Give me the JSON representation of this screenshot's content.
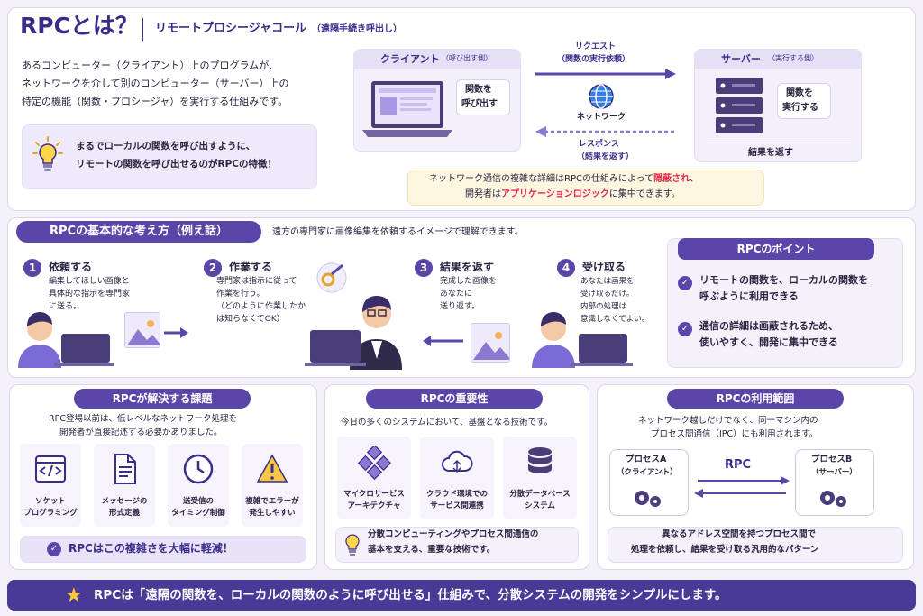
{
  "header": {
    "title": "RPCとは？",
    "subtitle": "リモートプロシージャコール",
    "subtitle_paren": "（遠隔手続き呼出し）",
    "desc": [
      "あるコンピューター（クライアント）上のプログラムが、",
      "ネットワークを介して別のコンピューター（サーバー）上の",
      "特定の機能（関数・プロシージャ）を実行する仕組みです。"
    ],
    "tip": [
      "まるでローカルの関数を呼び出すように、",
      "リモートの関数を呼び出せるのがRPCの特徴！"
    ]
  },
  "diagram": {
    "client_title": "クライアント",
    "client_role": "（呼び出す側）",
    "client_bubble": [
      "関数を",
      "呼び出す"
    ],
    "server_title": "サーバー",
    "server_role": "（実行する側）",
    "server_bubble": [
      "関数を",
      "実行する"
    ],
    "server_result": "結果を返す",
    "request": [
      "リクエスト",
      "（関数の実行依頼）"
    ],
    "network": "ネットワーク",
    "response": [
      "レスポンス",
      "（結果を返す）"
    ],
    "note_1a": "ネットワーク通信の複雑な詳細はRPCの仕組みによって",
    "note_1b": "隠蔽され",
    "note_1c": "、",
    "note_2a": "開発者は",
    "note_2b": "アプリケーションロジック",
    "note_2c": "に集中できます。"
  },
  "concept": {
    "title": "RPCの基本的な考え方（例え話）",
    "lead": "遠方の専門家に画像編集を依頼するイメージで理解できます。",
    "steps": [
      {
        "num": "1",
        "title": "依頼する",
        "lines": [
          "編集してほしい画像と",
          "具体的な指示を専門家",
          "に送る。"
        ]
      },
      {
        "num": "2",
        "title": "作業する",
        "lines": [
          "専門家は指示に従って",
          "作業を行う。",
          "（どのように作業したか",
          "は知らなくてOK）"
        ]
      },
      {
        "num": "3",
        "title": "結果を返す",
        "lines": [
          "完成した画像を",
          "あなたに",
          "送り返す。"
        ]
      },
      {
        "num": "4",
        "title": "受け取る",
        "lines": [
          "あなたは画果を",
          "受け取るだけ。",
          "内部の処理は",
          "意識しなくてよい。"
        ]
      }
    ],
    "points_title": "RPCのポイント",
    "points": [
      [
        "リモートの関数を、ローカルの関数を",
        "呼ぶように利用できる"
      ],
      [
        "通信の詳細は画蔽されるため、",
        "使いやすく、開発に集中できる"
      ]
    ]
  },
  "problems": {
    "title": "RPCが解決する課題",
    "desc": [
      "RPC登場以前は、低レベルなネットワーク処理を",
      "開発者が直接記述する必要がありました。"
    ],
    "items": [
      [
        "ソケット",
        "プログラミング"
      ],
      [
        "メッセージの",
        "形式定義"
      ],
      [
        "送受信の",
        "タイミング制御"
      ],
      [
        "複雑でエラーが",
        "発生しやすい"
      ]
    ],
    "banner": "RPCはこの複雑さを大幅に軽減！"
  },
  "importance": {
    "title": "RPCの重要性",
    "desc": "今日の多くのシステムにおいて、基盤となる技術です。",
    "items": [
      [
        "マイクロサービス",
        "アーキテクチャ"
      ],
      [
        "クラウド環境での",
        "サービス間連携"
      ],
      [
        "分散データベース",
        "システム"
      ]
    ],
    "note": [
      "分散コンピューティングやプロセス間通信の",
      "基本を支える、重要な技術です。"
    ]
  },
  "scope": {
    "title": "RPCの利用範囲",
    "desc": [
      "ネットワーク越しだけでなく、同一マシン内の",
      "プロセス間通信（IPC）にも利用されます。"
    ],
    "proc_a": [
      "プロセスA",
      "（クライアント）"
    ],
    "proc_b": [
      "プロセスB",
      "（サーバー）"
    ],
    "rpc": "RPC",
    "note": [
      "異なるアドレス空間を持つプロセス間で",
      "処理を依頼し、結果を受け取る汎用的なパターン"
    ]
  },
  "footer": "RPCは「遠隔の関数を、ローカルの関数のように呼び出せる」仕組みで、分散システムの開発をシンプルにします。",
  "colors": {
    "accent": "#5a46a8",
    "highlight": "#e0294a",
    "background": "#f4f1fb"
  }
}
